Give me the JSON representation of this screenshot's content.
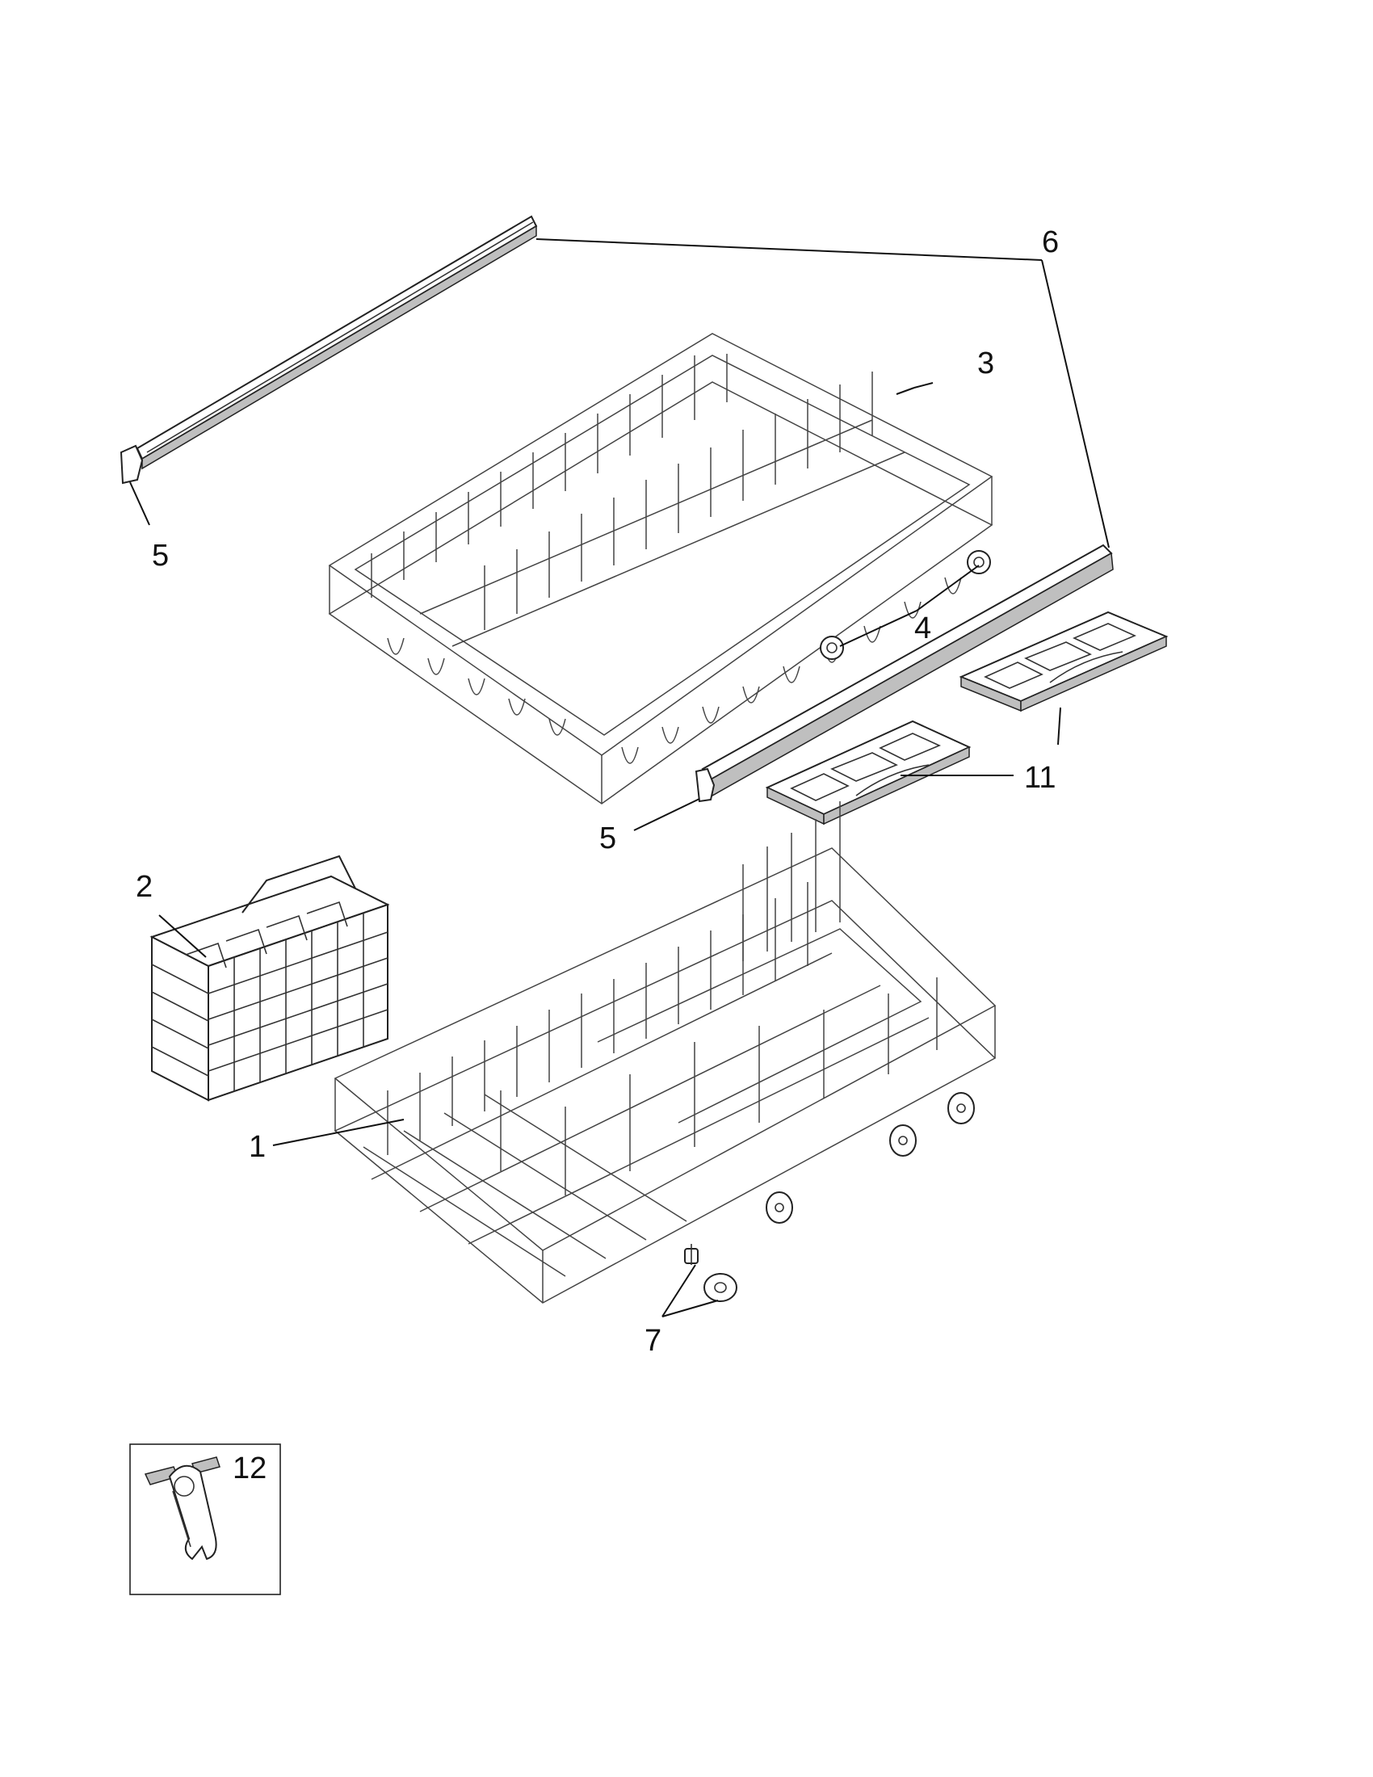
{
  "callouts": {
    "c1": "1",
    "c2": "2",
    "c3": "3",
    "c4": "4",
    "c5a": "5",
    "c5b": "5",
    "c6": "6",
    "c7": "7",
    "c11": "11",
    "c12": "12"
  },
  "parts": [
    {
      "id": "1",
      "name": "lower-rack"
    },
    {
      "id": "2",
      "name": "silverware-basket"
    },
    {
      "id": "3",
      "name": "upper-rack"
    },
    {
      "id": "4",
      "name": "upper-rack-rollers"
    },
    {
      "id": "5",
      "name": "rail-end-caps"
    },
    {
      "id": "6",
      "name": "upper-rack-rails"
    },
    {
      "id": "7",
      "name": "lower-rack-wheels"
    },
    {
      "id": "11",
      "name": "cup-shelf-inserts"
    },
    {
      "id": "12",
      "name": "clip"
    }
  ]
}
